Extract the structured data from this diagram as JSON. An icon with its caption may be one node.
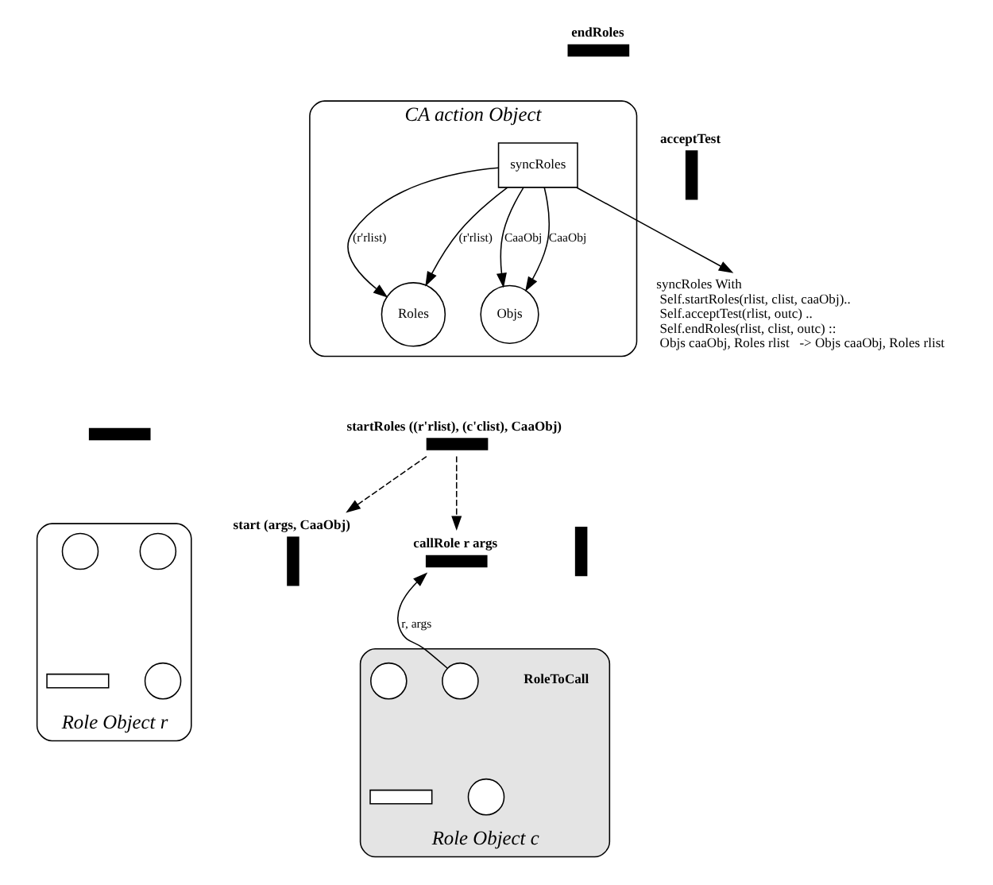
{
  "diagram": {
    "nodes": [
      {
        "text": [
          "CA action Object"
        ]
      },
      {
        "text": [
          "Roles"
        ],
        "in": 0
      },
      {
        "text": [
          "Objs"
        ],
        "in": 0
      },
      {
        "text": [
          "syncRoles"
        ],
        "in": 0
      },
      {
        "text": [
          "endRoles"
        ]
      },
      {
        "text": [
          "acceptTest"
        ]
      },
      {
        "text": [
          "startRoles ((r'rlist), (c'clist), CaaObj)"
        ]
      },
      {
        "text": [
          "syncRoles With",
          "Self.startRoles(rlist, clist, caaObj)..",
          "Self.acceptTest(rlist, outc) ..",
          "Self.endRoles(rlist, clist, outc) ::",
          "Objs caaObj, Roles rlist   -> Objs caaObj, Roles rlist"
        ]
      },
      {
        "text": [
          "Role Object c"
        ]
      },
      {
        "text": [
          "callRole r args"
        ]
      },
      {
        "text": [],
        "shape": "bar"
      },
      {
        "text": [],
        "shape": "circle",
        "in": 8,
        "beside": [
          "RoleToCall"
        ]
      },
      {
        "text": [],
        "shape": "circle",
        "in": 8
      },
      {
        "text": [],
        "shape": "circle",
        "in": 8
      },
      {
        "text": [],
        "shape": "box",
        "in": 8
      },
      {
        "text": [
          "Role Object r"
        ]
      },
      {
        "text": [],
        "shape": "bar"
      },
      {
        "text": [
          "start (args, CaaObj)"
        ]
      },
      {
        "text": [],
        "shape": "circle",
        "in": 15
      },
      {
        "text": [],
        "shape": "circle",
        "in": 15
      },
      {
        "text": [],
        "shape": "circle",
        "in": 15
      },
      {
        "text": [],
        "shape": "box",
        "in": 15
      }
    ],
    "edges": [
      {
        "from": 3,
        "to": 1,
        "arrow": "to",
        "label": "(r'rlist)"
      },
      {
        "from": 3,
        "to": 1,
        "arrow": "to",
        "label": "(r'rlist)"
      },
      {
        "from": 3,
        "to": 2,
        "arrow": "to",
        "label": "CaaObj"
      },
      {
        "from": 3,
        "to": 2,
        "arrow": "to",
        "label": "CaaObj"
      },
      {
        "from": 3,
        "to": 7,
        "arrow": "to"
      },
      {
        "from": 6,
        "to": 9,
        "arrow": "to",
        "style": "dashed"
      },
      {
        "from": 6,
        "to": 17,
        "arrow": "to",
        "style": "dashed"
      },
      {
        "from": 11,
        "to": 9,
        "arrow": "to",
        "label": "r, args"
      }
    ]
  }
}
